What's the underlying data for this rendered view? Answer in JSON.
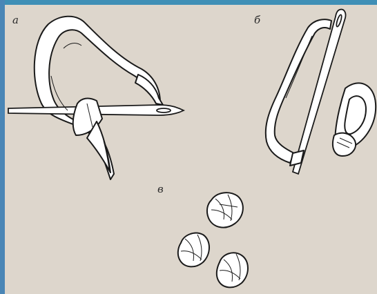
{
  "labels": {
    "a": "а",
    "b": "б",
    "v": "в"
  },
  "colors": {
    "background": "#ddd6cc",
    "frame_accent": "#3f8fb6",
    "ink": "#1a1a1a",
    "ribbon_fill": "#ffffff"
  }
}
